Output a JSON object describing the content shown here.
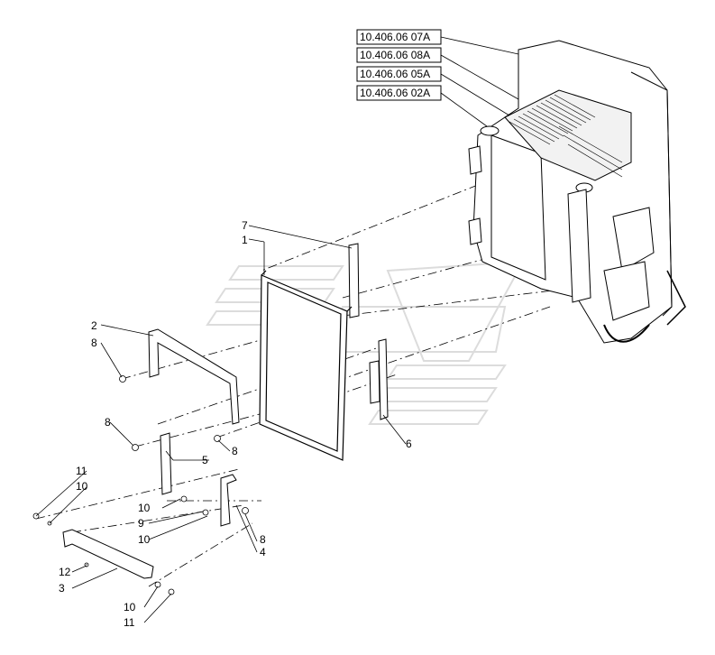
{
  "references": [
    {
      "id": "ref-07a",
      "label": "10.406.06 07A"
    },
    {
      "id": "ref-08a",
      "label": "10.406.06 08A"
    },
    {
      "id": "ref-05a",
      "label": "10.406.06 05A"
    },
    {
      "id": "ref-02a",
      "label": "10.406.06 02A"
    }
  ],
  "callouts": [
    {
      "key": "c7",
      "label": "7"
    },
    {
      "key": "c1",
      "label": "1"
    },
    {
      "key": "c2",
      "label": "2"
    },
    {
      "key": "c8a",
      "label": "8"
    },
    {
      "key": "c8b",
      "label": "8"
    },
    {
      "key": "c8c",
      "label": "8"
    },
    {
      "key": "c8d",
      "label": "8"
    },
    {
      "key": "c5",
      "label": "5"
    },
    {
      "key": "c6",
      "label": "6"
    },
    {
      "key": "c10a",
      "label": "10"
    },
    {
      "key": "c9",
      "label": "9"
    },
    {
      "key": "c10b",
      "label": "10"
    },
    {
      "key": "c4",
      "label": "4"
    },
    {
      "key": "c11a",
      "label": "11"
    },
    {
      "key": "c10c",
      "label": "10"
    },
    {
      "key": "c12",
      "label": "12"
    },
    {
      "key": "c3",
      "label": "3"
    },
    {
      "key": "c10d",
      "label": "10"
    },
    {
      "key": "c11b",
      "label": "11"
    }
  ],
  "colors": {
    "line": "#000000",
    "watermark": "#e6e6e6"
  }
}
